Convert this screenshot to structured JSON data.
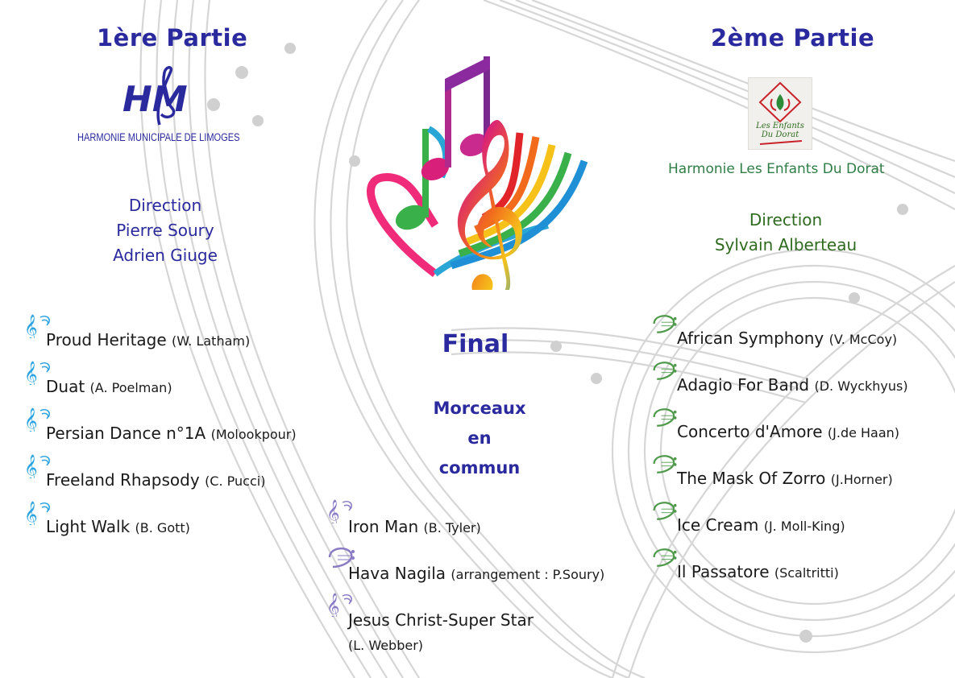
{
  "left": {
    "title": "1ère Partie",
    "logo_letters": "HM",
    "orchestra_name": "HARMONIE MUNICIPALE DE LIMOGES",
    "direction": [
      "Direction",
      "Pierre Soury",
      "Adrien Giuge"
    ],
    "pieces": [
      {
        "title": "Proud Heritage",
        "composer": "(W. Latham)"
      },
      {
        "title": "Duat",
        "composer": "(A. Poelman)"
      },
      {
        "title": "Persian Dance n°1A",
        "composer": "(Molookpour)"
      },
      {
        "title": "Freeland Rhapsody",
        "composer": "(C. Pucci)"
      },
      {
        "title": "Light Walk",
        "composer": "(B. Gott)"
      }
    ]
  },
  "center": {
    "final": "Final",
    "subtitle": [
      "Morceaux",
      "en",
      "commun"
    ],
    "pieces": [
      {
        "title": "Iron Man",
        "composer": "(B. Tyler)"
      },
      {
        "title": "Hava Nagila",
        "composer": "(arrangement : P.Soury)"
      },
      {
        "title": "Jesus Christ-Super Star",
        "composer": "(L. Webber)"
      }
    ]
  },
  "right": {
    "title": "2ème Partie",
    "logo_text": [
      "Les Enfants",
      "Du Dorat"
    ],
    "orchestra_name": "Harmonie Les Enfants Du Dorat",
    "direction": [
      "Direction",
      "Sylvain Alberteau"
    ],
    "pieces": [
      {
        "title": "African Symphony",
        "composer": "(V. McCoy)"
      },
      {
        "title": "Adagio For Band",
        "composer": "(D. Wyckhyus)"
      },
      {
        "title": "Concerto d'Amore",
        "composer": "(J.de Haan)"
      },
      {
        "title": "The Mask Of Zorro",
        "composer": "(J.Horner)"
      },
      {
        "title": "Ice Cream",
        "composer": "(J. Moll-King)"
      },
      {
        "title": "Il Passatore",
        "composer": "(Scaltritti)"
      }
    ]
  },
  "colors": {
    "title_blue": "#2a2a9e",
    "green": "#2e6b1f",
    "icon_blue": "#2aa3e0",
    "icon_green": "#4f9a4a",
    "icon_purple": "#8a7bc4"
  }
}
